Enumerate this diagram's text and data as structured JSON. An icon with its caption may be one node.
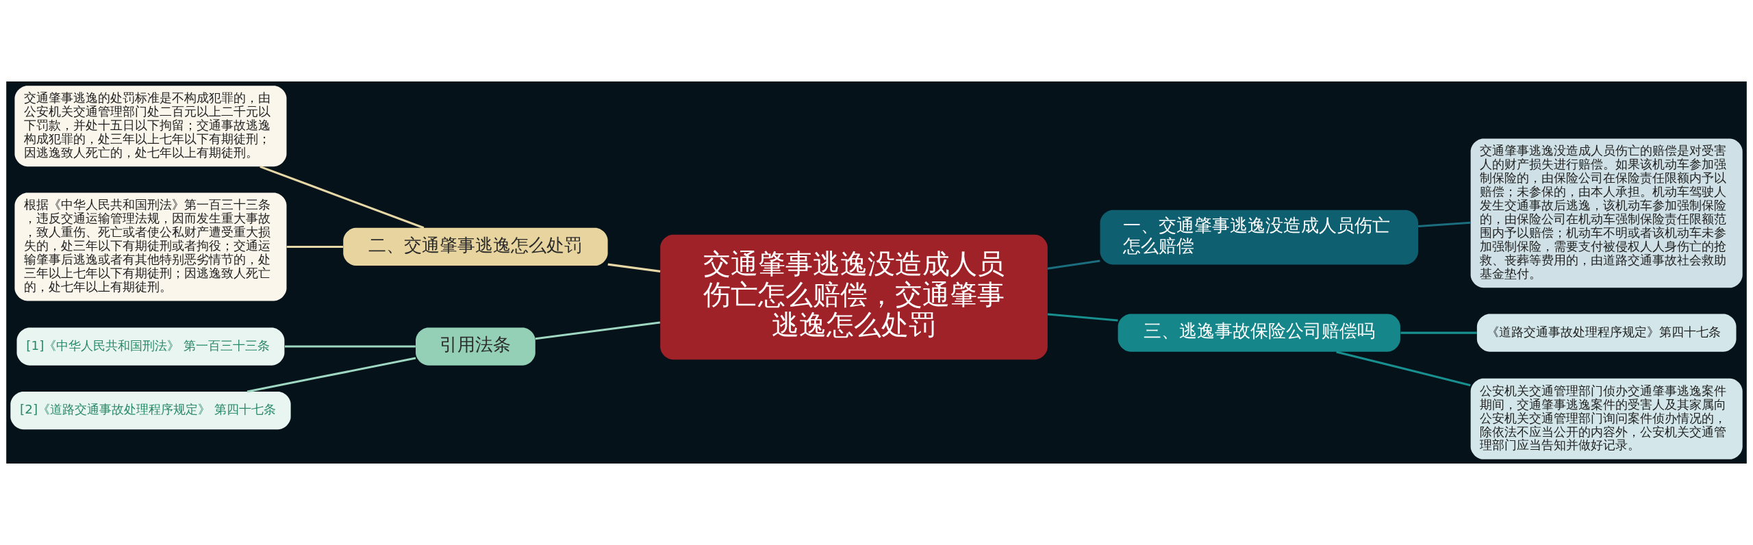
{
  "diagram": {
    "nodes": [
      {
        "text": [
          "交通肇事逃逸没造成人员伤亡怎么赔偿，交通肇事逃逸怎么处罚"
        ]
      },
      {
        "text": [
          "二、交通肇事逃逸怎么处罚"
        ]
      },
      {
        "text": [
          "交通肇事逃逸的处罚标准是不构成犯罪的，由公安机关交通管理部门处二百元以上二千元以下罚款，并处十五日以下拘留；交通事故逃逸构成犯罪的，处三年以上七年以下有期徒刑；因逃逸致人死亡的，处七年以上有期徒刑。"
        ]
      },
      {
        "text": [
          "根据《中华人民共和国刑法》第一百三十三条，违反交通运输管理法规，因而发生重大事故，致人重伤、死亡或者使公私财产遭受重大损失的，处三年以下有期徒刑或者拘役；交通运输肇事后逃逸或者有其他特别恶劣情节的，处三年以上七年以下有期徒刑；因逃逸致人死亡的，处七年以上有期徒刑。"
        ]
      },
      {
        "text": [
          "引用法条"
        ]
      },
      {
        "text": [
          "[1]《中华人民共和国刑法》 第一百三十三条"
        ]
      },
      {
        "text": [
          "[2]《道路交通事故处理程序规定》 第四十七条"
        ]
      },
      {
        "text": [
          "一、交通肇事逃逸没造成人员伤亡怎么赔偿"
        ]
      },
      {
        "text": [
          "交通肇事逃逸没造成人员伤亡的赔偿是对受害人的财产损失进行赔偿。如果该机动车参加强制保险的，由保险公司在保险责任限额内予以赔偿；未参保的，由本人承担。机动车驾驶人发生交通事故后逃逸，该机动车参加强制保险的，由保险公司在机动车强制保险责任限额范围内予以赔偿；机动车不明或者该机动车未参加强制保险，需要支付被侵权人人身伤亡的抢救、丧葬等费用的，由道路交通事故社会救助基金垫付。"
        ]
      },
      {
        "text": [
          "三、逃逸事故保险公司赔偿吗"
        ]
      },
      {
        "text": [
          "《道路交通事故处理程序规定》第四十七条"
        ]
      },
      {
        "text": [
          "公安机关交通管理部门侦办交通肇事逃逸案件期间，交通肇事逃逸案件的受害人及其家属向公安机关交通管理部门询问案件侦办情况的，除依法不应当公开的内容外，公安机关交通管理部门应当告知并做好记录。"
        ]
      }
    ],
    "edges": [
      {
        "from": 2,
        "to": 1,
        "arrow": "none",
        "color": "#e6d7a6"
      },
      {
        "from": 3,
        "to": 1,
        "arrow": "none",
        "color": "#e6d7a6"
      },
      {
        "from": 1,
        "to": 0,
        "arrow": "none",
        "color": "#e6d7a6"
      },
      {
        "from": 5,
        "to": 4,
        "arrow": "none",
        "color": "#9fd8c2"
      },
      {
        "from": 6,
        "to": 4,
        "arrow": "none",
        "color": "#9fd8c2"
      },
      {
        "from": 4,
        "to": 0,
        "arrow": "none",
        "color": "#9fd8c2"
      },
      {
        "from": 0,
        "to": 7,
        "arrow": "none",
        "color": "#1b6e7e"
      },
      {
        "from": 7,
        "to": 8,
        "arrow": "none",
        "color": "#1b6e7e"
      },
      {
        "from": 0,
        "to": 9,
        "arrow": "none",
        "color": "#18908f"
      },
      {
        "from": 9,
        "to": 10,
        "arrow": "none",
        "color": "#18908f"
      },
      {
        "from": 9,
        "to": 11,
        "arrow": "none",
        "color": "#18908f"
      }
    ]
  }
}
